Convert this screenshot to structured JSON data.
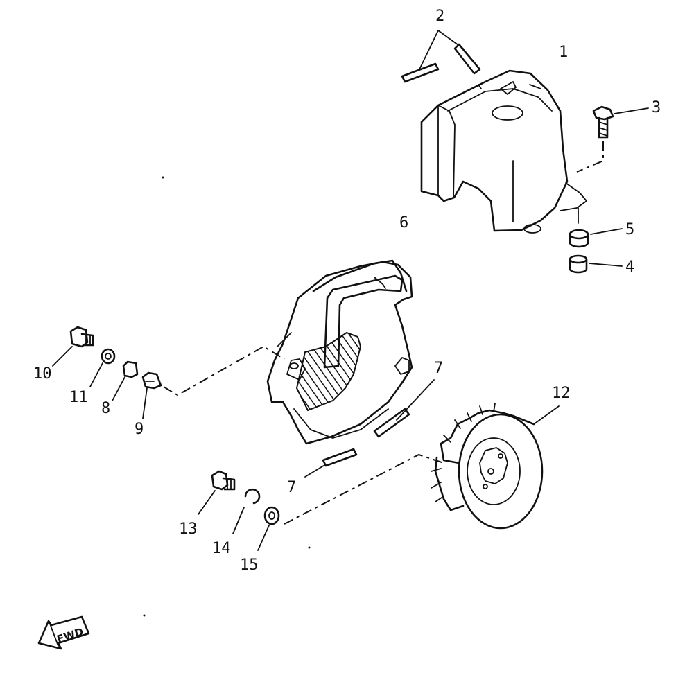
{
  "labels": {
    "p1": "1",
    "p2": "2",
    "p3": "3",
    "p4": "4",
    "p5": "5",
    "p6": "6",
    "p7a": "7",
    "p7b": "7",
    "p8": "8",
    "p9": "9",
    "p10": "10",
    "p11": "11",
    "p12": "12",
    "p13": "13",
    "p14": "14",
    "p15": "15"
  },
  "fwd_arrow": {
    "text": "FWD"
  }
}
